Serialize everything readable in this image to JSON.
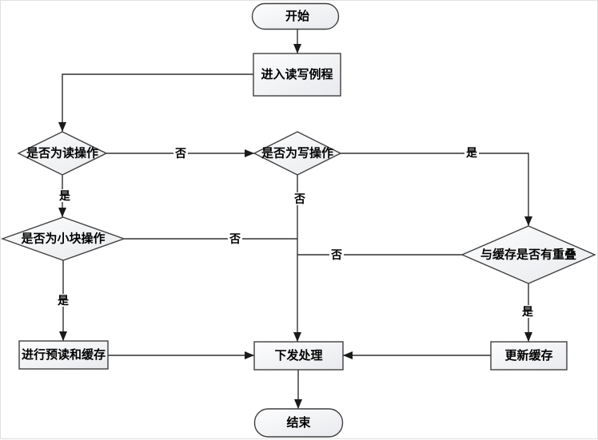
{
  "diagram": {
    "type": "flowchart",
    "nodes": {
      "start": {
        "label": "开始",
        "shape": "terminator"
      },
      "enter_routine": {
        "label": "进入读写例程",
        "shape": "process"
      },
      "is_read": {
        "label": "是否为读操作",
        "shape": "decision"
      },
      "is_write": {
        "label": "是否为写操作",
        "shape": "decision"
      },
      "is_small_block": {
        "label": "是否为小块操作",
        "shape": "decision"
      },
      "cache_overlap": {
        "label": "与缓存是否有重叠",
        "shape": "decision"
      },
      "prefetch_cache": {
        "label": "进行预读和缓存",
        "shape": "process"
      },
      "dispatch": {
        "label": "下发处理",
        "shape": "process"
      },
      "update_cache": {
        "label": "更新缓存",
        "shape": "process"
      },
      "end": {
        "label": "结束",
        "shape": "terminator"
      }
    },
    "edge_labels": {
      "read_no": "否",
      "read_yes": "是",
      "write_no": "否",
      "write_yes": "是",
      "small_no": "否",
      "small_yes": "是",
      "overlap_no": "否",
      "overlap_yes": "是"
    },
    "colors": {
      "node_fill_top": "#fdfdfe",
      "node_fill_bottom": "#e8eaed",
      "line_stroke": "#303030",
      "text": "#000000"
    }
  }
}
